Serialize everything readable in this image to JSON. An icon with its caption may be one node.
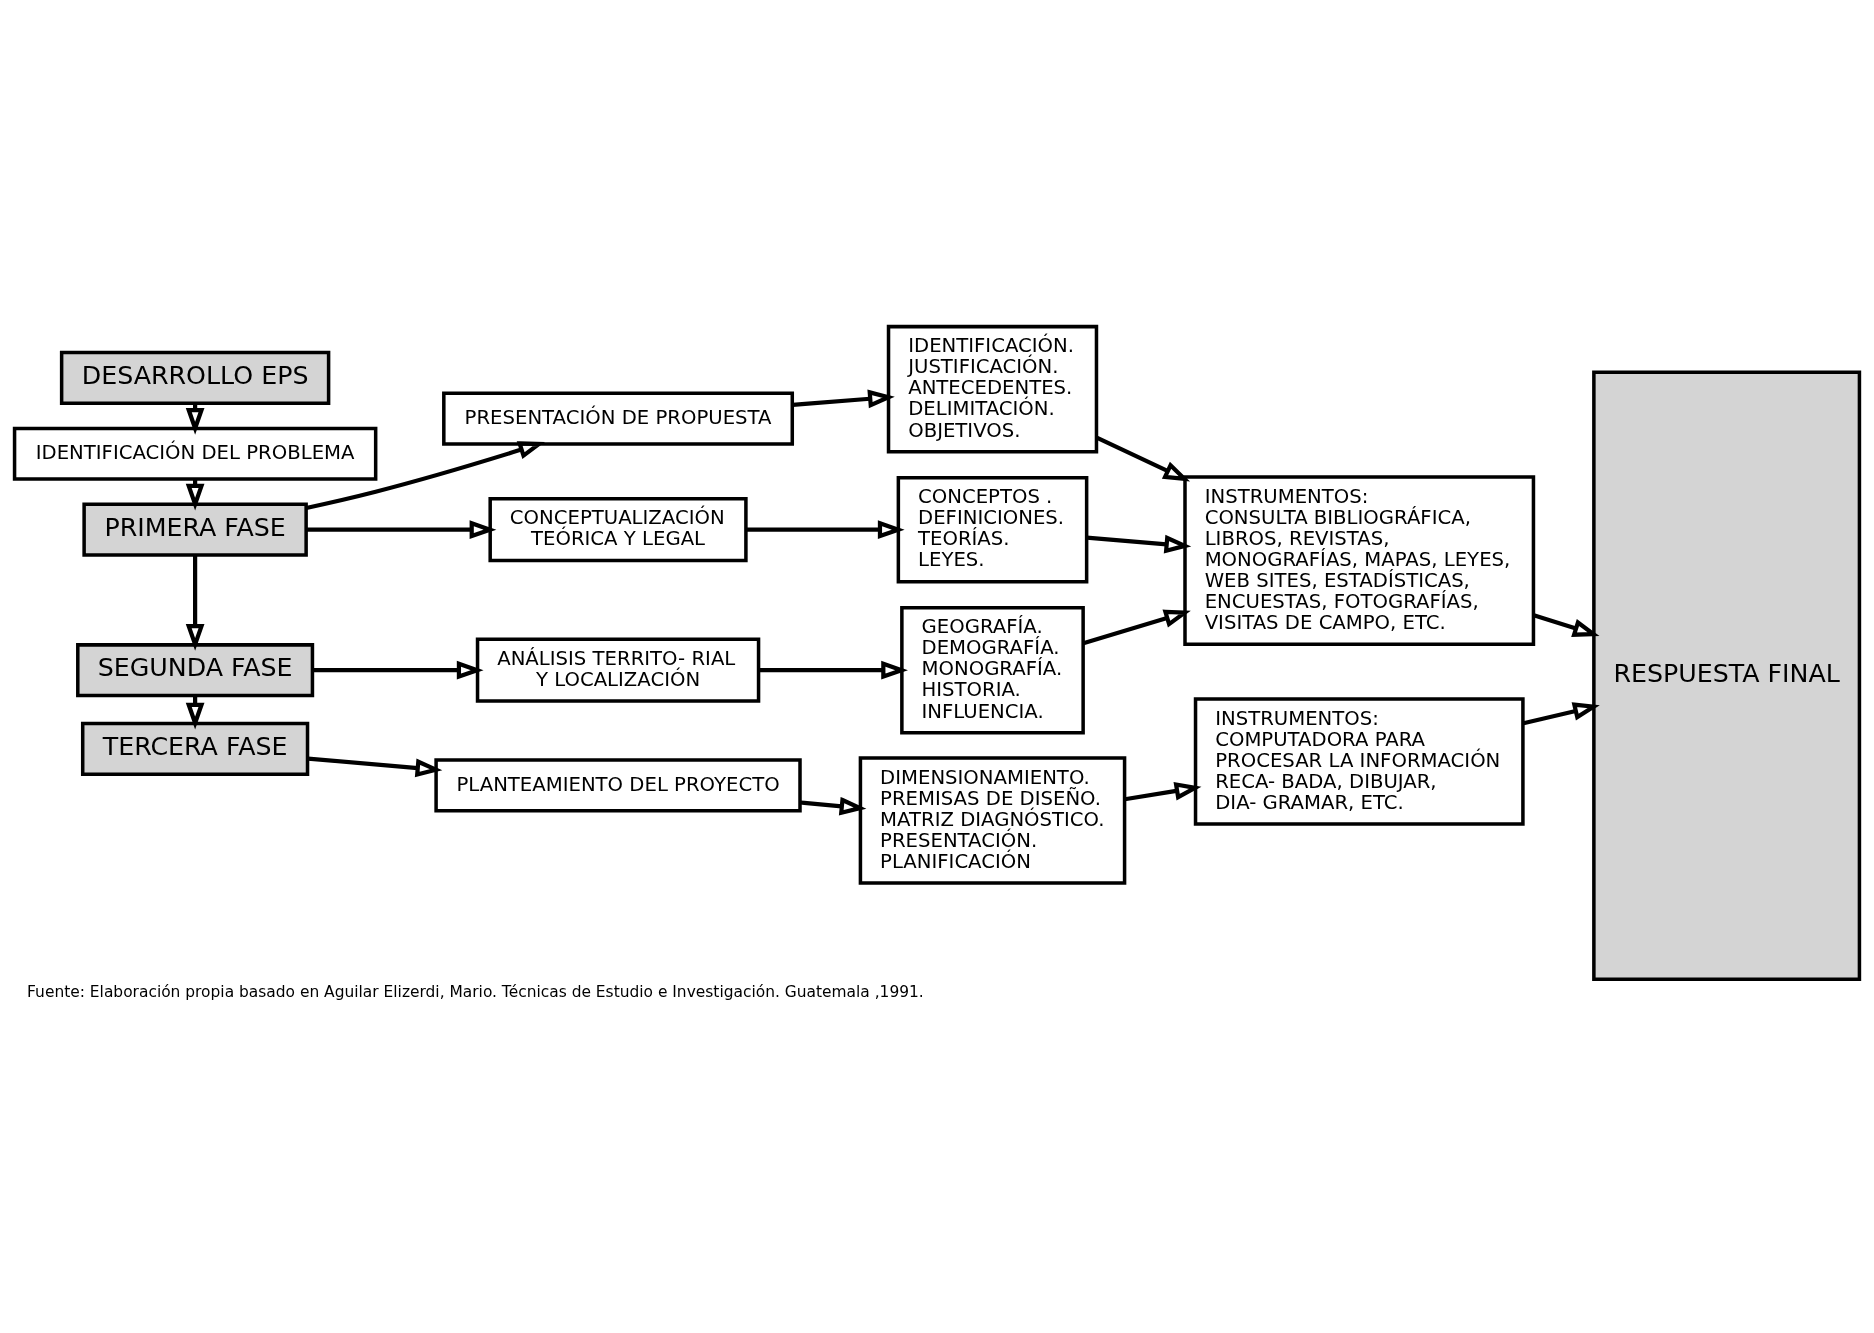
{
  "diagram": {
    "caption": "Fuente: Elaboración propia basado en Aguilar Elizerdi, Mario. Técnicas de Estudio e Investigación. Guatemala ,1991.",
    "nodes": [
      {
        "text": [
          "DESARROLLO EPS"
        ]
      },
      {
        "text": [
          "IDENTIFICACIÓN DEL PROBLEMA"
        ]
      },
      {
        "text": [
          "PRIMERA FASE"
        ]
      },
      {
        "text": [
          "SEGUNDA FASE"
        ]
      },
      {
        "text": [
          "TERCERA FASE"
        ]
      },
      {
        "text": [
          "PRESENTACIÓN DE PROPUESTA"
        ]
      },
      {
        "text": [
          "CONCEPTUALIZACIÓN TEÓRICA Y LEGAL"
        ]
      },
      {
        "text": [
          "ANÁLISIS TERRITO- RIAL Y LOCALIZACIÓN"
        ]
      },
      {
        "text": [
          "PLANTEAMIENTO DEL PROYECTO"
        ]
      },
      {
        "text": [
          "IDENTIFICACIÓN.",
          "JUSTIFICACIÓN.",
          "ANTECEDENTES.",
          "DELIMITACIÓN.",
          "OBJETIVOS."
        ]
      },
      {
        "text": [
          "CONCEPTOS .",
          "DEFINICIONES.",
          "TEORÍAS.",
          "LEYES."
        ]
      },
      {
        "text": [
          "GEOGRAFÍA.",
          "DEMOGRAFÍA.",
          "MONOGRAFÍA.",
          "HISTORIA.",
          "INFLUENCIA."
        ]
      },
      {
        "text": [
          "DIMENSIONAMIENTO.",
          "PREMISAS DE DISEÑO.",
          "MATRIZ DIAGNÓSTICO.",
          "PRESENTACIÓN.",
          "PLANIFICACIÓN"
        ]
      },
      {
        "text": [
          "INSTRUMENTOS:",
          "CONSULTA BIBLIOGRÁFICA, LIBROS, REVISTAS, MONOGRAFÍAS, MAPAS, LEYES, WEB SITES, ESTADÍSTICAS, ENCUESTAS, FOTOGRAFÍAS, VISITAS DE CAMPO, ETC."
        ]
      },
      {
        "text": [
          "INSTRUMENTOS:",
          "COMPUTADORA PARA PROCESAR LA INFORMACIÓN RECA- BADA, DIBUJAR, DIA- GRAMAR, ETC."
        ]
      },
      {
        "text": [
          "RESPUESTA FINAL"
        ]
      }
    ],
    "edges": [
      {
        "from": 0,
        "to": 1,
        "arrow": "to"
      },
      {
        "from": 1,
        "to": 2,
        "arrow": "to"
      },
      {
        "from": 2,
        "to": 3,
        "arrow": "to"
      },
      {
        "from": 3,
        "to": 4,
        "arrow": "to"
      },
      {
        "from": 2,
        "to": 5,
        "arrow": "to"
      },
      {
        "from": 2,
        "to": 6,
        "arrow": "to"
      },
      {
        "from": 3,
        "to": 7,
        "arrow": "to"
      },
      {
        "from": 4,
        "to": 8,
        "arrow": "to"
      },
      {
        "from": 5,
        "to": 9,
        "arrow": "to"
      },
      {
        "from": 6,
        "to": 10,
        "arrow": "to"
      },
      {
        "from": 7,
        "to": 11,
        "arrow": "to"
      },
      {
        "from": 8,
        "to": 12,
        "arrow": "to"
      },
      {
        "from": 9,
        "to": 13,
        "arrow": "to"
      },
      {
        "from": 10,
        "to": 13,
        "arrow": "to"
      },
      {
        "from": 11,
        "to": 13,
        "arrow": "to"
      },
      {
        "from": 12,
        "to": 14,
        "arrow": "to"
      },
      {
        "from": 13,
        "to": 15,
        "arrow": "to"
      },
      {
        "from": 14,
        "to": 15,
        "arrow": "to"
      }
    ]
  }
}
